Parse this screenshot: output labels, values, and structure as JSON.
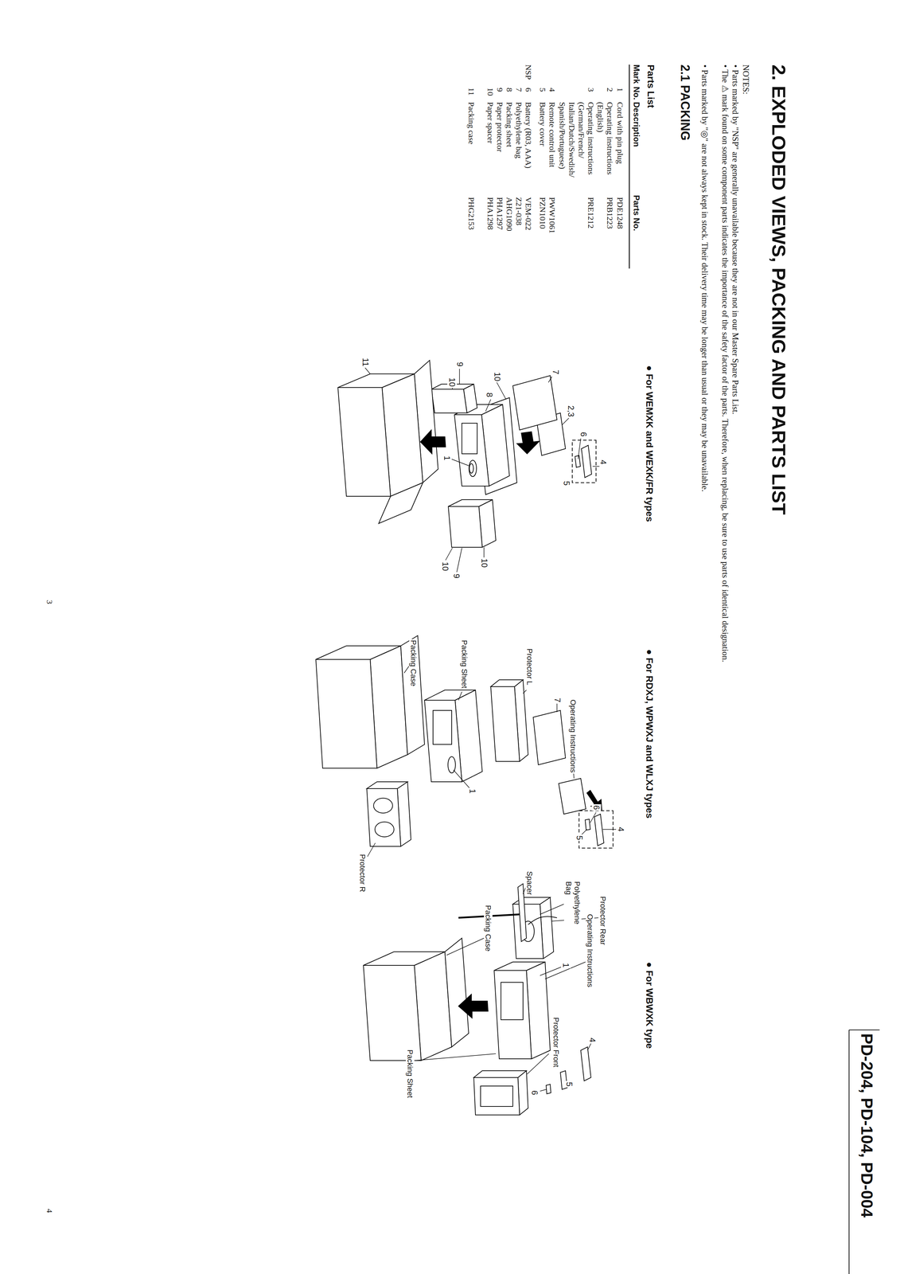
{
  "diagram": {
    "title": "2. EXPLODED VIEWS, PACKING AND PARTS LIST",
    "labels": [
      "PD-204, PD-104, PD-004",
      "NOTES:",
      "• Parts marked by \"NSP\" are generally unavailable because they are not in our Master Spare Parts List.",
      "• The ⚠ mark found on some component parts indicates the importance of the safety factor of the parts. Therefore, when replacing, be sure to use parts of identical designation.",
      "• Parts marked by \"◎\" are not always kept in stock. Their delivery time may be longer than usual or they may be unavailable.",
      "2.1 PACKING",
      "Parts List",
      "Mark",
      "No.",
      "Description",
      "Parts No.",
      "1",
      "Cord with pin plug",
      "PDE1248",
      "2",
      "Operating instructions (English)",
      "PRB1223",
      "3",
      "Operating instructions (German/French/ Italian/Dutch/Swedish/ Spanish/Portuguese)",
      "PRE1212",
      "4",
      "Remote control unit",
      "PWW1061",
      "5",
      "Battery cover",
      "PZN1010",
      "NSP",
      "6",
      "Battery (R03, AAA)",
      "VEM-022",
      "7",
      "Polyethylene bag",
      "Z21-038",
      "8",
      "Packing sheet",
      "AHG1090",
      "9",
      "Paper protector",
      "PHA1297",
      "10",
      "Paper spacer",
      "PHA1298",
      "11",
      "Packing case",
      "PHG2153",
      "● For WEMXK and WEXK/FR types",
      "4",
      "6",
      "5",
      "2,3",
      "7",
      "1",
      "8",
      "10",
      "9",
      "10",
      "11",
      "10",
      "9",
      "10",
      "● For RDXJ, WPWXJ and WLXJ types",
      "4",
      "6",
      "5",
      "Operating Instructions",
      "7",
      "Protector L",
      "1",
      "Packing Sheet",
      "Packing Case",
      "Protector R",
      "● For WBWXK type",
      "Protector Front",
      "Operating Instructions",
      "1",
      "Protector Rear",
      "Polyethylene Bag",
      "Spacer",
      "Packing Case",
      "4",
      "5",
      "6",
      "Packing Sheet",
      "3",
      "4"
    ]
  }
}
